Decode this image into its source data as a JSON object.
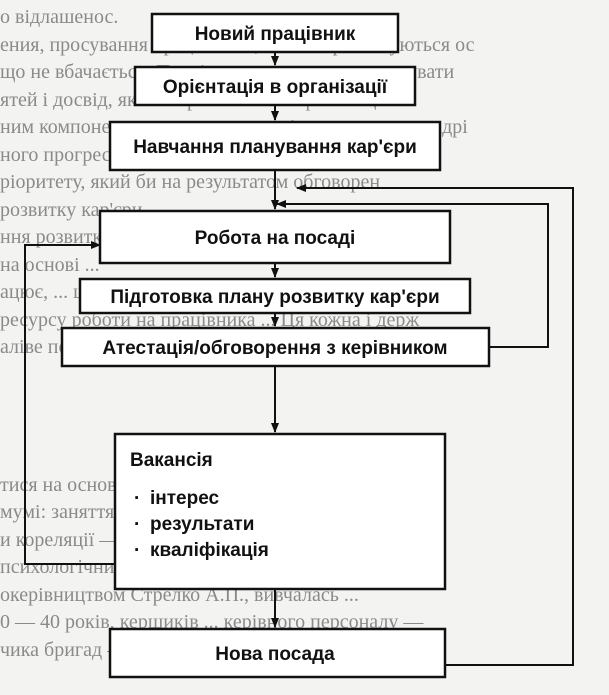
{
  "background_text": [
    "о відлашенос.",
    "ения, просування працівників, які використовуються ос",
    "що не вбачається. Працівник повинен демонструвати",
    "ятей і досвід, якої ... прихильність організації",
    "ним компонентом процесу управління розвитком кадрі",
    "ного прогресу, ... працівника, з іншого боку",
    "ріоритету, який би на результатом обговорен",
    "розвитку кар'єри.",
    "ння розвитком кадрів є досить складним процесом",
    "на основі ...",
    "ацює, ... швидкі на ... і чекати ... посаду",
    "ресурсу роботи на працівника ... Ця кожна і держ",
    "аліве потрібно ... професійному ...",
    "",
    "",
    "",
    "",
    "тися на основі експертних оцінок керівників ...",
    "мумі: заняття посади з навчанням, оцінкою резу",
    "и кореляції — на основі ... поточного рейтингу",
    "психологічним опитуванням, результатом росіська",
    "окерівництвом Стрелко А.П., вивчалась ...",
    "0 — 40 років, кершиків ... керівного персоналу —",
    "чика бригад — до 30 років."
  ],
  "boxes": {
    "new_employee": "Новий працівник",
    "orientation": "Орієнтація в організації",
    "career_training": "Навчання планування кар'єри",
    "job_work": "Робота на посаді",
    "plan_prep": "Підготовка плану розвитку кар'єри",
    "appraisal": "Атестація/обговорення з керівником",
    "vacancy": {
      "title": "Вакансія",
      "items": [
        "інтерес",
        "результати",
        "кваліфікація"
      ],
      "bullet": "·"
    },
    "new_position": "Нова посада"
  }
}
